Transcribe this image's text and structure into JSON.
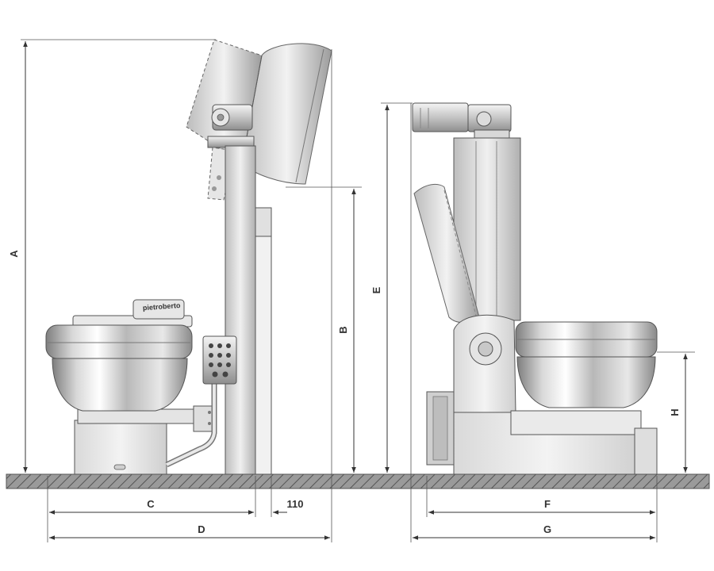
{
  "brand_label": "pietroberto",
  "dimensions": {
    "A": "A",
    "B": "B",
    "C": "C",
    "D": "D",
    "E": "E",
    "F": "F",
    "G": "G",
    "H": "H",
    "offset_value": "110"
  },
  "colors": {
    "floor": "#8c8c8c",
    "metal_light": "#f2f2f2",
    "metal_mid": "#c8c8c8",
    "metal_dark": "#8a8a8a",
    "outline": "#5a5a5a"
  }
}
